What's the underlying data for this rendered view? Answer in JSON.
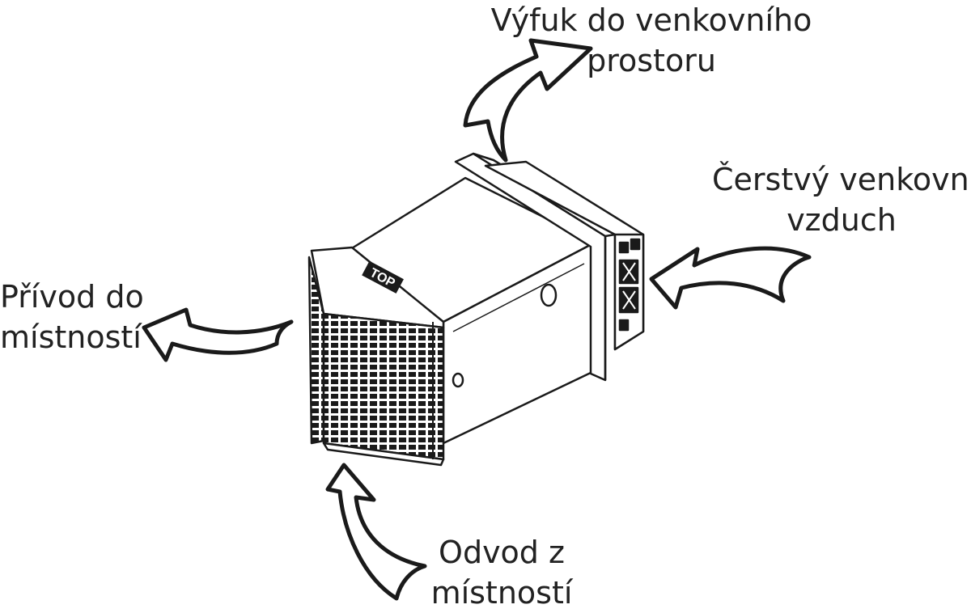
{
  "labels": {
    "exhaust": {
      "line1": "Výfuk do venkovního",
      "line2": "prostoru"
    },
    "fresh": {
      "line1": "Čerstvý venkovní",
      "line2": "vzduch"
    },
    "supply": {
      "line1": "Přívod do",
      "line2": "místností"
    },
    "extract": {
      "line1": "Odvod z",
      "line2": "místností"
    }
  },
  "device_badge": "TOP",
  "colors": {
    "line": "#1a1a1a",
    "background": "#ffffff",
    "text": "#222222"
  }
}
